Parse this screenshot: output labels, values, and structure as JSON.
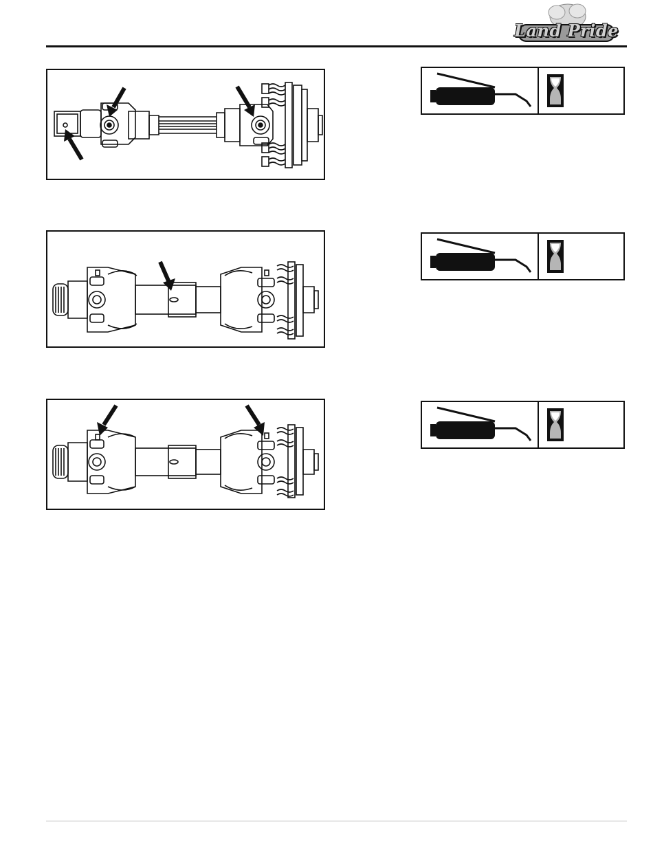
{
  "header": {
    "logo_text": "Land Pride"
  },
  "figures": [
    {
      "name": "driveline-figure-1"
    },
    {
      "name": "driveline-figure-2"
    },
    {
      "name": "driveline-figure-3"
    }
  ],
  "icons": {
    "grease_gun": "grease-gun-icon",
    "interval": "hourglass-icon",
    "pointer": "arrow-icon"
  },
  "colors": {
    "ink": "#111111",
    "sand": "#b5b5b5",
    "logo_fill": "#cfcfcf"
  }
}
